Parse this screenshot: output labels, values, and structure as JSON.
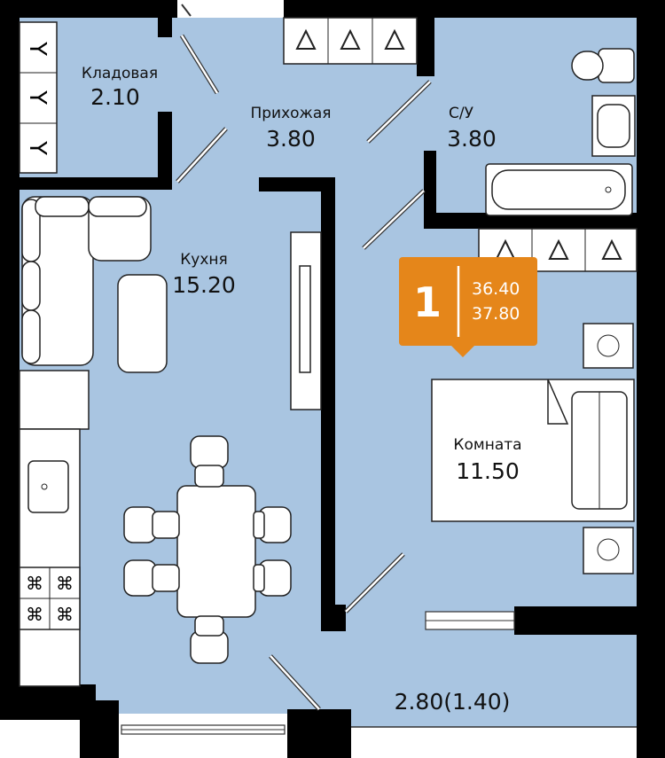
{
  "rooms": {
    "storage": {
      "name": "Кладовая",
      "area": "2.10"
    },
    "hall": {
      "name": "Прихожая",
      "area": "3.80"
    },
    "bathroom": {
      "name": "С/У",
      "area": "3.80"
    },
    "kitchen": {
      "name": "Кухня",
      "area": "15.20"
    },
    "room": {
      "name": "Комната",
      "area": "11.50"
    },
    "balcony": {
      "area": "2.80(1.40)"
    }
  },
  "badge": {
    "rooms": "1",
    "living_area": "36.40",
    "total_area": "37.80",
    "color": "#e5861a"
  },
  "colors": {
    "floor": "#a9c5e1",
    "wall": "#000000"
  }
}
